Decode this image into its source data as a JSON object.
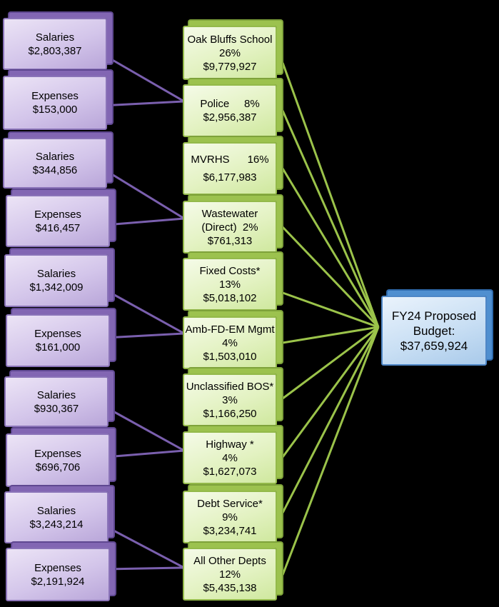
{
  "departments": [
    {
      "lines": [
        "Oak Bluffs School",
        "26%",
        "$9,779,927"
      ]
    },
    {
      "lines": [
        "Police     8%",
        "$2,956,387"
      ]
    },
    {
      "lines": [
        "MVRHS      16%",
        "",
        "$6,177,983"
      ]
    },
    {
      "lines": [
        "Wastewater",
        "(Direct)  2%",
        "$761,313"
      ]
    },
    {
      "lines": [
        "Fixed Costs*",
        "13%",
        "$5,018,102"
      ]
    },
    {
      "lines": [
        "Amb-FD-EM Mgmt",
        "4%",
        "$1,503,010"
      ]
    },
    {
      "lines": [
        "Unclassified BOS*",
        "3%",
        "$1,166,250"
      ]
    },
    {
      "lines": [
        "Highway *",
        "4%",
        "$1,627,073"
      ]
    },
    {
      "lines": [
        "Debt Service*",
        "9%",
        "$3,234,741"
      ]
    },
    {
      "lines": [
        "All Other Depts",
        "12%",
        "$5,435,138"
      ]
    }
  ],
  "breakdowns": [
    {
      "label": "Salaries",
      "amount": "$2,803,387"
    },
    {
      "label": "Expenses",
      "amount": "$153,000"
    },
    {
      "label": "Salaries",
      "amount": "$344,856"
    },
    {
      "label": "Expenses",
      "amount": "$416,457"
    },
    {
      "label": "Salaries",
      "amount": "$1,342,009"
    },
    {
      "label": "Expenses",
      "amount": "$161,000"
    },
    {
      "label": "Salaries",
      "amount": "$930,367"
    },
    {
      "label": "Expenses",
      "amount": "$696,706"
    },
    {
      "label": "Salaries",
      "amount": "$3,243,214"
    },
    {
      "label": "Expenses",
      "amount": "$2,191,924"
    }
  ],
  "total": {
    "lines": [
      "FY24 Proposed",
      "Budget:",
      "$37,659,924"
    ]
  },
  "colors": {
    "purple_line": "#7a5fae",
    "green_line": "#9bc34a",
    "background": "#000000"
  }
}
